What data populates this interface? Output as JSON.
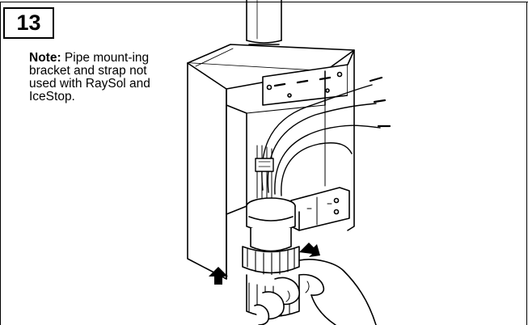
{
  "step": {
    "number": "13"
  },
  "note": {
    "label": "Note:",
    "text": "Pipe mount-ing bracket and strap not used with RaySol and IceStop."
  },
  "illustration": {
    "icon": "junction-box-installation-illustration"
  }
}
